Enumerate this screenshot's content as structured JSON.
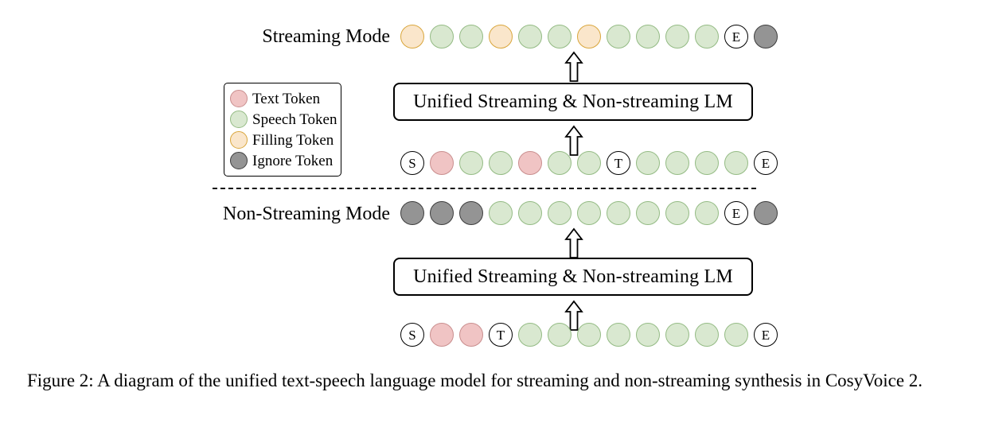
{
  "figure": {
    "caption": "Figure 2:  A diagram of the unified text-speech language model for streaming and non-streaming synthesis in CosyVoice 2.",
    "divider": "dashed-separator"
  },
  "legend": {
    "title": "token-legend",
    "items": [
      {
        "kind": "text",
        "label": "Text Token",
        "color": "#f0c4c4",
        "border": "#c98e8e"
      },
      {
        "kind": "speech",
        "label": "Speech Token",
        "color": "#d9e8d0",
        "border": "#94bb84"
      },
      {
        "kind": "fill",
        "label": "Filling Token",
        "color": "#fae6cb",
        "border": "#d9a63c"
      },
      {
        "kind": "ignore",
        "label": "Ignore Token",
        "color": "#949494",
        "border": "#3d3d3d"
      }
    ]
  },
  "streaming": {
    "mode_label": "Streaming Mode",
    "lm_label": "Unified Streaming & Non-streaming LM",
    "arrow_up": "up-arrow",
    "output_tokens": [
      {
        "kind": "fill",
        "text": ""
      },
      {
        "kind": "speech",
        "text": ""
      },
      {
        "kind": "speech",
        "text": ""
      },
      {
        "kind": "fill",
        "text": ""
      },
      {
        "kind": "speech",
        "text": ""
      },
      {
        "kind": "speech",
        "text": ""
      },
      {
        "kind": "fill",
        "text": ""
      },
      {
        "kind": "speech",
        "text": ""
      },
      {
        "kind": "speech",
        "text": ""
      },
      {
        "kind": "speech",
        "text": ""
      },
      {
        "kind": "speech",
        "text": ""
      },
      {
        "kind": "marker",
        "text": "E"
      },
      {
        "kind": "ignore",
        "text": ""
      }
    ],
    "input_tokens": [
      {
        "kind": "marker",
        "text": "S"
      },
      {
        "kind": "text",
        "text": ""
      },
      {
        "kind": "speech",
        "text": ""
      },
      {
        "kind": "speech",
        "text": ""
      },
      {
        "kind": "text",
        "text": ""
      },
      {
        "kind": "speech",
        "text": ""
      },
      {
        "kind": "speech",
        "text": ""
      },
      {
        "kind": "marker",
        "text": "T"
      },
      {
        "kind": "speech",
        "text": ""
      },
      {
        "kind": "speech",
        "text": ""
      },
      {
        "kind": "speech",
        "text": ""
      },
      {
        "kind": "speech",
        "text": ""
      },
      {
        "kind": "marker",
        "text": "E"
      }
    ]
  },
  "non_streaming": {
    "mode_label": "Non-Streaming Mode",
    "lm_label": "Unified Streaming & Non-streaming LM",
    "arrow_up": "up-arrow",
    "output_tokens": [
      {
        "kind": "ignore",
        "text": ""
      },
      {
        "kind": "ignore",
        "text": ""
      },
      {
        "kind": "ignore",
        "text": ""
      },
      {
        "kind": "speech",
        "text": ""
      },
      {
        "kind": "speech",
        "text": ""
      },
      {
        "kind": "speech",
        "text": ""
      },
      {
        "kind": "speech",
        "text": ""
      },
      {
        "kind": "speech",
        "text": ""
      },
      {
        "kind": "speech",
        "text": ""
      },
      {
        "kind": "speech",
        "text": ""
      },
      {
        "kind": "speech",
        "text": ""
      },
      {
        "kind": "marker",
        "text": "E"
      },
      {
        "kind": "ignore",
        "text": ""
      }
    ],
    "input_tokens": [
      {
        "kind": "marker",
        "text": "S"
      },
      {
        "kind": "text",
        "text": ""
      },
      {
        "kind": "text",
        "text": ""
      },
      {
        "kind": "marker",
        "text": "T"
      },
      {
        "kind": "speech",
        "text": ""
      },
      {
        "kind": "speech",
        "text": ""
      },
      {
        "kind": "speech",
        "text": ""
      },
      {
        "kind": "speech",
        "text": ""
      },
      {
        "kind": "speech",
        "text": ""
      },
      {
        "kind": "speech",
        "text": ""
      },
      {
        "kind": "speech",
        "text": ""
      },
      {
        "kind": "speech",
        "text": ""
      },
      {
        "kind": "marker",
        "text": "E"
      }
    ]
  }
}
